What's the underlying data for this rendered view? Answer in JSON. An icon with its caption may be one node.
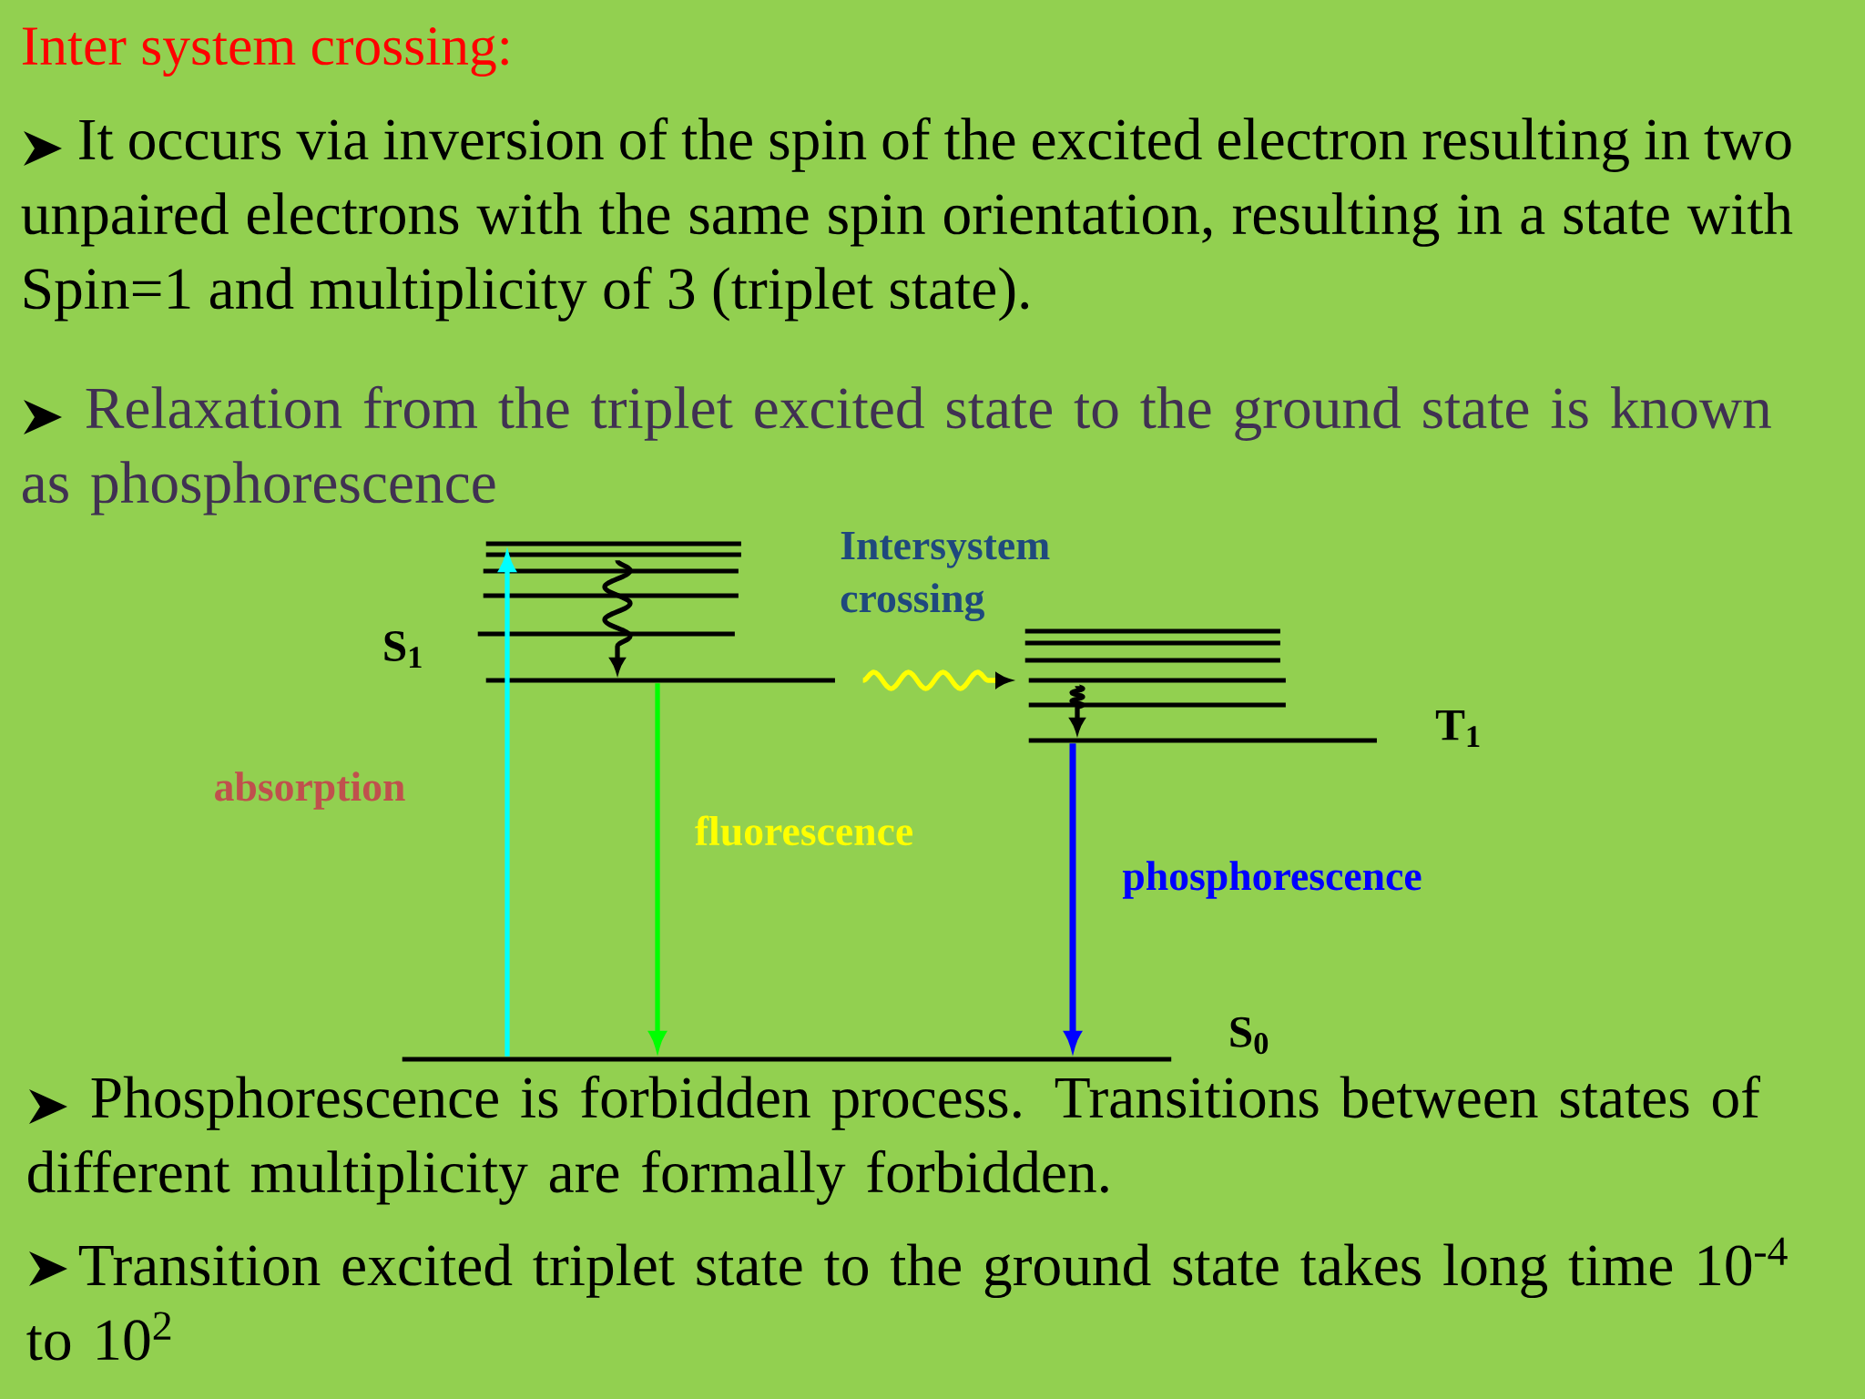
{
  "diagram": {
    "title": "Inter system crossing:",
    "nodes": [
      {
        "text": [],
        "shape": "bar"
      },
      {
        "text": [],
        "shape": "bar"
      },
      {
        "text": [],
        "shape": "bar"
      },
      {
        "text": [],
        "shape": "bar"
      },
      {
        "text": [],
        "shape": "bar"
      },
      {
        "text": [],
        "shape": "bar"
      },
      {
        "text": [],
        "shape": "bar"
      },
      {
        "text": [],
        "shape": "bar"
      },
      {
        "text": [],
        "shape": "bar"
      },
      {
        "text": [],
        "shape": "bar"
      },
      {
        "text": [],
        "shape": "bar"
      },
      {
        "text": [],
        "shape": "bar"
      },
      {
        "text": [],
        "shape": "bar"
      }
    ],
    "edges": [
      {
        "from": 12,
        "to": 0,
        "arrow": "to",
        "label": "absorption",
        "color": "#00ffff"
      },
      {
        "from": 1,
        "to": 5,
        "arrow": "to"
      },
      {
        "from": 5,
        "to": 9,
        "arrow": "to",
        "label": "Intersystem crossing",
        "color": "#ffff00"
      },
      {
        "from": 5,
        "to": 12,
        "arrow": "to",
        "label": "fluorescence",
        "color": "#00ff00"
      },
      {
        "from": 9,
        "to": 11,
        "arrow": "to"
      },
      {
        "from": 11,
        "to": 12,
        "arrow": "to",
        "label": "phosphorescence",
        "color": "#0000ff"
      }
    ],
    "labels": [
      "It occurs via inversion of the spin of the excited electron resulting in two unpaired electrons with the same spin orientation, resulting in a state with Spin=1 and multiplicity of 3 (triplet state).",
      "Relaxation from the triplet excited state to the ground state is known as phosphorescence",
      "S$_{1}$",
      "T$_{1}$",
      "S$_{0}$",
      "Phosphorescence is forbidden process. Transitions between states of different multiplicity are formally forbidden.",
      "Transition excited triplet state to the ground state takes long time 10$^{-4}$ to 10$^{2}$"
    ]
  }
}
